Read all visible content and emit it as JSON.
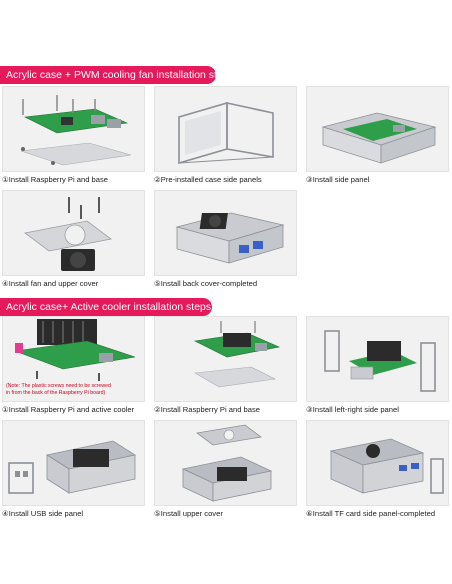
{
  "section1": {
    "title": "Acrylic case + PWM cooling fan installation steps",
    "steps": [
      {
        "label": "①Install Raspberry Pi and base"
      },
      {
        "label": "②Pre-installed case side panels"
      },
      {
        "label": "③Install side panel"
      },
      {
        "label": "④Install fan and upper cover"
      },
      {
        "label": "⑤Install back cover-completed"
      }
    ]
  },
  "section2": {
    "title": "Acrylic case+ Active cooler installation steps",
    "note_line1": "(Note: The plastic screws need to be screwed",
    "note_line2": "in from the back of the Raspberry Pi board)",
    "steps": [
      {
        "label": "①Install Raspberry Pi and active cooler"
      },
      {
        "label": "②Install Raspberry Pi and base"
      },
      {
        "label": "③Install left-right side panel"
      },
      {
        "label": "④Install USB side panel"
      },
      {
        "label": "⑤Install upper cover"
      },
      {
        "label": "⑥Install TF card side panel-completed"
      }
    ]
  },
  "colors": {
    "banner": "#e6195a",
    "board": "#2f9e4a",
    "acrylic": "#c9cbd0",
    "metal": "#b9bcc2"
  }
}
